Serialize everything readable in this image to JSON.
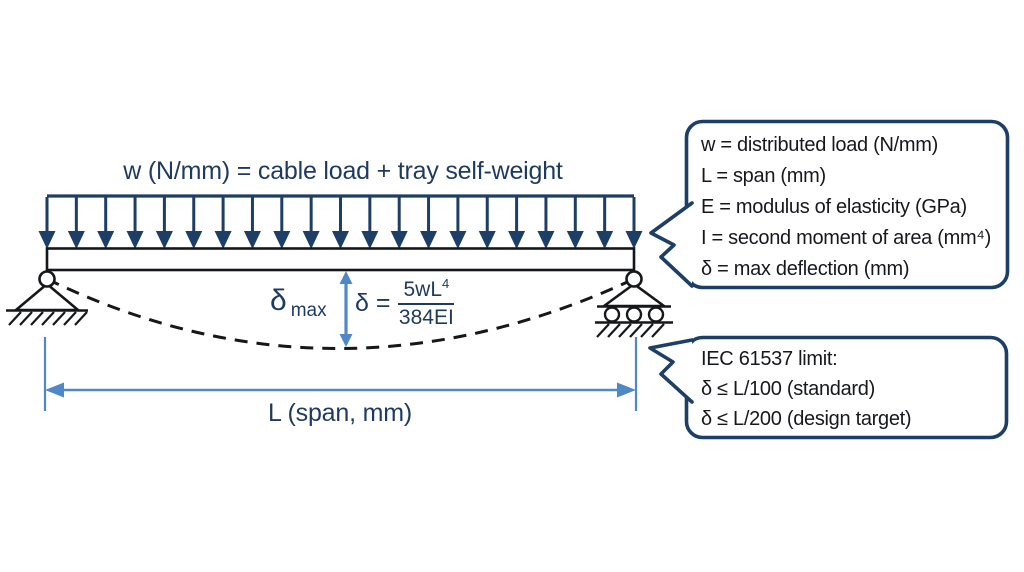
{
  "colors": {
    "navy": "#1d3e66",
    "steel_blue": "#4f87c7",
    "ink": "#15171a",
    "text_navy": "#1e3a5f",
    "background": "#ffffff"
  },
  "diagram": {
    "load_label": "w (N/mm) = cable load + tray self-weight",
    "deflection": {
      "symbol": "δ",
      "subscript": "max"
    },
    "formula": {
      "lhs": "δ =",
      "numerator": "5wL",
      "exponent": "4",
      "denominator": "384EI"
    },
    "span_label": "L (span, mm)"
  },
  "legend_callout": {
    "lines": [
      "w = distributed load (N/mm)",
      "L = span (mm)",
      "E = modulus of elasticity (GPa)",
      "I = second moment of area (mm⁴)",
      "δ = max deflection (mm)"
    ]
  },
  "limit_callout": {
    "heading": "IEC 61537 limit:",
    "lines": [
      "δ ≤ L/100 (standard)",
      "δ ≤ L/200 (design target)"
    ]
  }
}
